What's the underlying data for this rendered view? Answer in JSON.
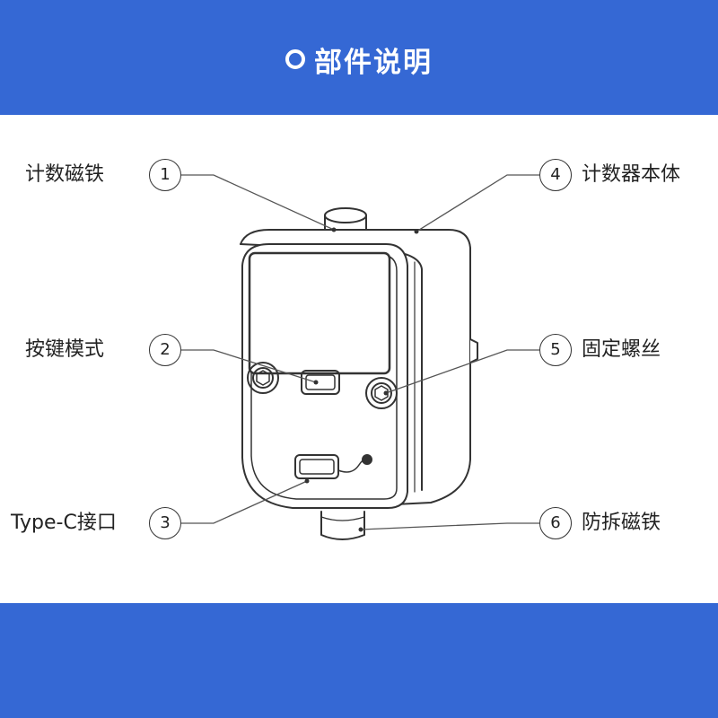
{
  "header": {
    "title": "部件说明",
    "icon": "ring-icon",
    "color": "#3568d4"
  },
  "callouts": [
    {
      "num": "1",
      "label": "计数磁铁"
    },
    {
      "num": "2",
      "label": "按键模式"
    },
    {
      "num": "3",
      "label": "Type-C接口"
    },
    {
      "num": "4",
      "label": "计数器本体"
    },
    {
      "num": "5",
      "label": "固定螺丝"
    },
    {
      "num": "6",
      "label": "防拆磁铁"
    }
  ]
}
